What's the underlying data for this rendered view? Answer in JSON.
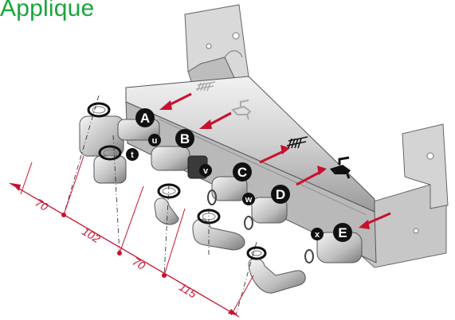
{
  "title": "Applique",
  "connections": [
    {
      "label": "A",
      "icon": "radiator-icon"
    },
    {
      "label": "B",
      "icon": "tap-icon"
    },
    {
      "label": "C",
      "icon": "radiator-icon"
    },
    {
      "label": "D",
      "icon": "tap-icon"
    },
    {
      "label": "E",
      "icon": ""
    }
  ],
  "seal_labels": [
    "t",
    "u",
    "v",
    "w",
    "x"
  ],
  "dimensions": [
    "70",
    "102",
    "70",
    "115"
  ],
  "colors": {
    "title": "#1aa53a",
    "arrows": "#c8102e",
    "dimensions": "#c8102e",
    "badges": "#111111"
  }
}
